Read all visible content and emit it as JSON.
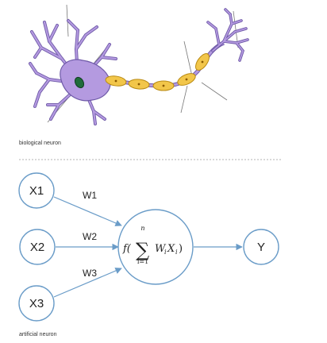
{
  "colors": {
    "dendrite": "#b49ae0",
    "dendrite_stroke": "#6f5aa8",
    "nucleus": "#1f6b3a",
    "myelin": "#f2c64a",
    "myelin_stroke": "#b98a12",
    "node_stroke": "#6a9cc8",
    "arrow": "#6a9cc8"
  },
  "biological": {
    "caption": "biological neuron"
  },
  "artificial": {
    "caption": "artificial neuron",
    "inputs": [
      "X1",
      "X2",
      "X3"
    ],
    "weights": [
      "W1",
      "W2",
      "W3"
    ],
    "formula": {
      "func": "f(",
      "sum_symbol": "∑",
      "upper": "n",
      "lower": "i=1",
      "term_w": "W",
      "term_w_sub": "i",
      "term_x": "X",
      "term_x_sub": "i",
      "close": ")"
    },
    "output": "Y"
  }
}
